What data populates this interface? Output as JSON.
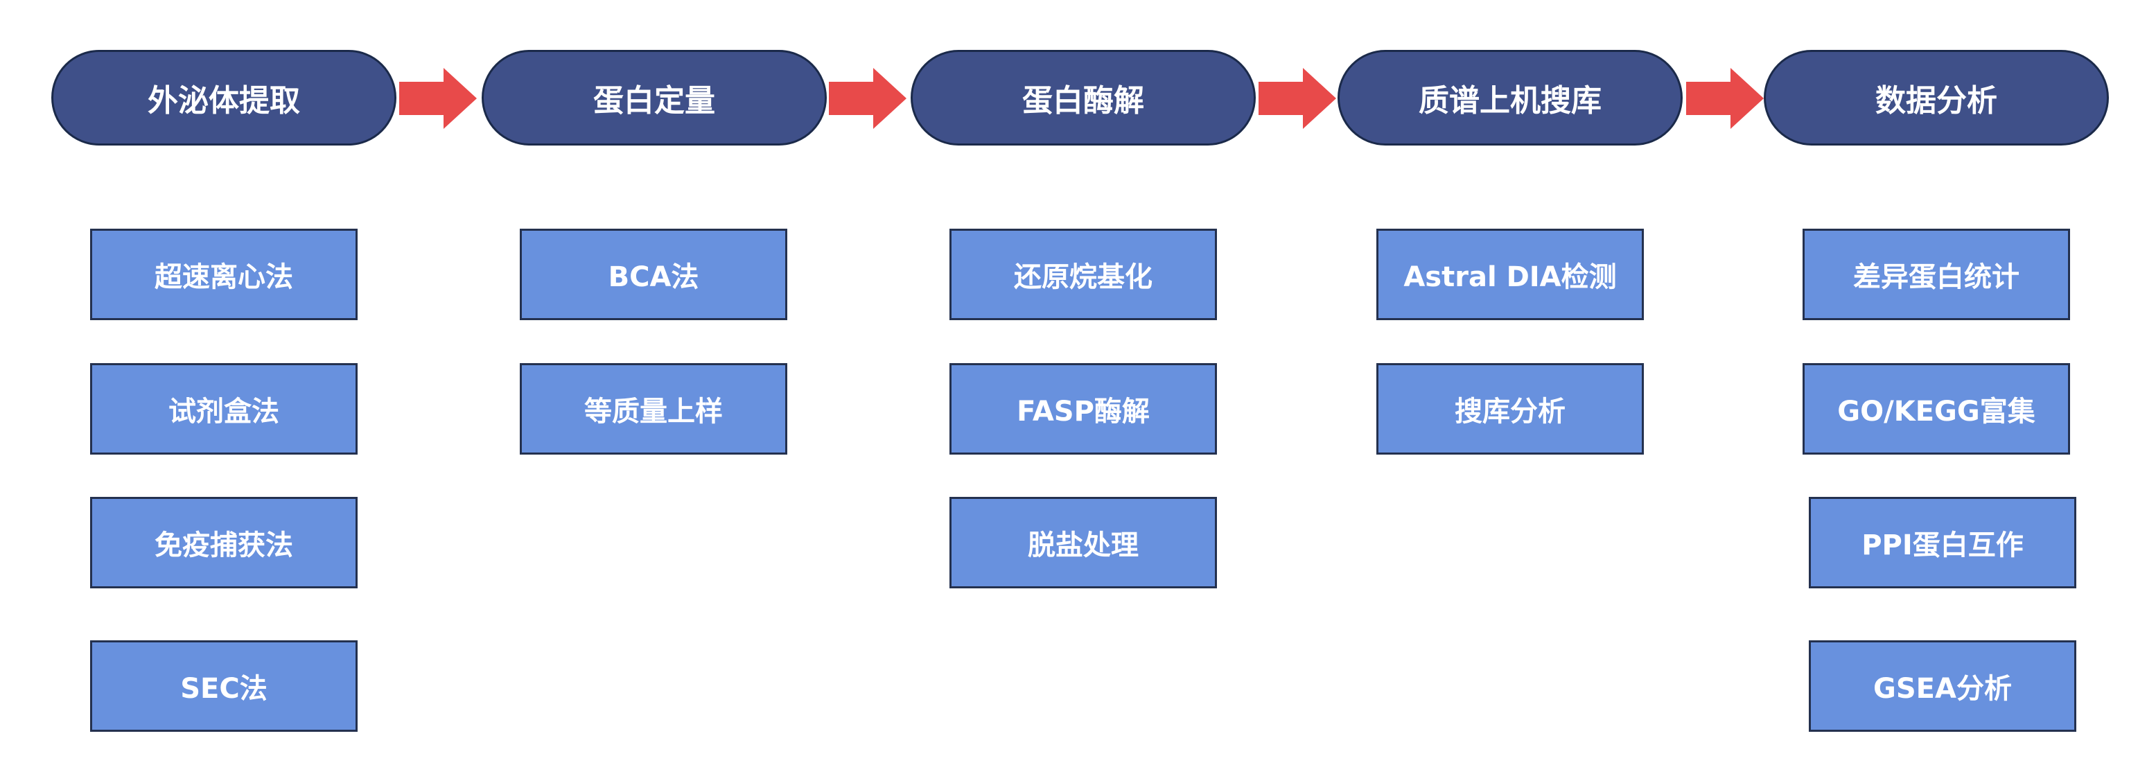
{
  "colors": {
    "stage_fill": "#3f5089",
    "stage_border": "#1b2a4a",
    "box_fill": "#6891de",
    "box_border": "#24314f",
    "arrow": "#e84a4a",
    "text": "#ffffff"
  },
  "stages": [
    {
      "label": "外泌体提取",
      "steps": [
        "超速离心法",
        "试剂盒法",
        "免疫捕获法",
        "SEC法"
      ]
    },
    {
      "label": "蛋白定量",
      "steps": [
        "BCA法",
        "等质量上样"
      ]
    },
    {
      "label": "蛋白酶解",
      "steps": [
        "还原烷基化",
        "FASP酶解",
        "脱盐处理"
      ]
    },
    {
      "label": "质谱上机搜库",
      "steps": [
        "Astral DIA检测",
        "搜库分析"
      ]
    },
    {
      "label": "数据分析",
      "steps": [
        "差异蛋白统计",
        "GO/KEGG富集",
        "PPI蛋白互作",
        "GSEA分析"
      ]
    }
  ],
  "connector_icon": "right-arrow-icon"
}
